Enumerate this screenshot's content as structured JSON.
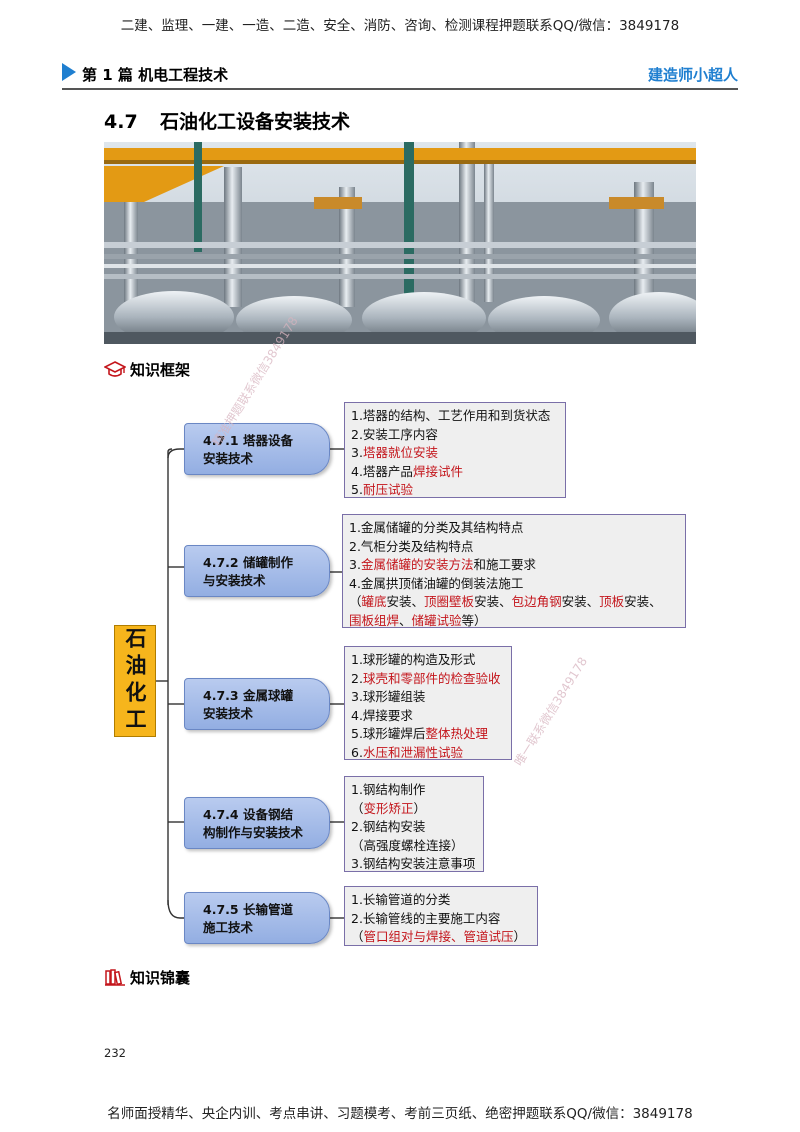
{
  "banner_top": "二建、监理、一建、一造、二造、安全、消防、咨询、检测课程押题联系QQ/微信：3849178",
  "header": {
    "left": "第 1 篇  机电工程技术",
    "right": "建造师小超人"
  },
  "section": {
    "number": "4.7",
    "title": "石油化工设备安装技术"
  },
  "framework_heading": "知识框架",
  "center_label": "石油化工",
  "topics": [
    {
      "title_l1": "4.7.1    塔器设备",
      "title_l2": "安装技术",
      "lines": [
        [
          {
            "t": "1.塔器的结构、工艺作用和到货状态",
            "red": false
          }
        ],
        [
          {
            "t": "2.安装工序内容",
            "red": false
          }
        ],
        [
          {
            "t": "3.",
            "red": false
          },
          {
            "t": "塔器就位安装",
            "red": true
          }
        ],
        [
          {
            "t": "4.塔器产品",
            "red": false
          },
          {
            "t": "焊接试件",
            "red": true
          }
        ],
        [
          {
            "t": "5.",
            "red": false
          },
          {
            "t": "耐压试验",
            "red": true
          }
        ]
      ]
    },
    {
      "title_l1": "4.7.2    储罐制作",
      "title_l2": "与安装技术",
      "lines": [
        [
          {
            "t": "1.金属储罐的分类及其结构特点",
            "red": false
          }
        ],
        [
          {
            "t": "2.气柜分类及结构特点",
            "red": false
          }
        ],
        [
          {
            "t": "3.",
            "red": false
          },
          {
            "t": "金属储罐的安装方法",
            "red": true
          },
          {
            "t": "和施工要求",
            "red": false
          }
        ],
        [
          {
            "t": "4.金属拱顶储油罐的倒装法施工",
            "red": false
          }
        ],
        [
          {
            "t": "（",
            "red": false
          },
          {
            "t": "罐底",
            "red": true
          },
          {
            "t": "安装、",
            "red": false
          },
          {
            "t": "顶圈壁板",
            "red": true
          },
          {
            "t": "安装、",
            "red": false
          },
          {
            "t": "包边角钢",
            "red": true
          },
          {
            "t": "安装、",
            "red": false
          },
          {
            "t": "顶板",
            "red": true
          },
          {
            "t": "安装、",
            "red": false
          }
        ],
        [
          {
            "t": "围板组焊",
            "red": true
          },
          {
            "t": "、",
            "red": false
          },
          {
            "t": "储罐试验",
            "red": true
          },
          {
            "t": "等）",
            "red": false
          }
        ]
      ]
    },
    {
      "title_l1": "4.7.3    金属球罐",
      "title_l2": "安装技术",
      "lines": [
        [
          {
            "t": "1.球形罐的构造及形式",
            "red": false
          }
        ],
        [
          {
            "t": "2.",
            "red": false
          },
          {
            "t": "球壳和零部件的检查验收",
            "red": true
          }
        ],
        [
          {
            "t": "3.球形罐组装",
            "red": false
          }
        ],
        [
          {
            "t": "4.焊接要求",
            "red": false
          }
        ],
        [
          {
            "t": "5.球形罐焊后",
            "red": false
          },
          {
            "t": "整体热处理",
            "red": true
          }
        ],
        [
          {
            "t": "6.",
            "red": false
          },
          {
            "t": "水压和泄漏性试验",
            "red": true
          }
        ]
      ]
    },
    {
      "title_l1": "4.7.4    设备钢结",
      "title_l2": "构制作与安装技术",
      "lines": [
        [
          {
            "t": "1.钢结构制作",
            "red": false
          }
        ],
        [
          {
            "t": "（",
            "red": false
          },
          {
            "t": "变形矫正",
            "red": true
          },
          {
            "t": "）",
            "red": false
          }
        ],
        [
          {
            "t": "2.钢结构安装",
            "red": false
          }
        ],
        [
          {
            "t": "（高强度螺栓连接）",
            "red": false
          }
        ],
        [
          {
            "t": "3.钢结构安装注意事项",
            "red": false
          }
        ]
      ]
    },
    {
      "title_l1": "4.7.5    长输管道",
      "title_l2": "施工技术",
      "lines": [
        [
          {
            "t": "1.长输管道的分类",
            "red": false
          }
        ],
        [
          {
            "t": "2.长输管线的主要施工内容",
            "red": false
          }
        ],
        [
          {
            "t": "（",
            "red": false
          },
          {
            "t": "管口组对与焊接、管道试压",
            "red": true
          },
          {
            "t": "）",
            "red": false
          }
        ]
      ]
    }
  ],
  "tips_heading": "知识锦囊",
  "page_number": "232",
  "banner_bottom": "名师面授精华、央企内训、考点串讲、习题模考、考前三页纸、绝密押题联系QQ/微信：3849178",
  "watermarks": [
    "精准押题联系微信3849178",
    "唯一联系微信3849178"
  ],
  "colors": {
    "accent_blue": "#1f7fd0",
    "highlight_red": "#c4161c",
    "center_block": "#f6b51c",
    "topic_box": "#a6bde9"
  }
}
